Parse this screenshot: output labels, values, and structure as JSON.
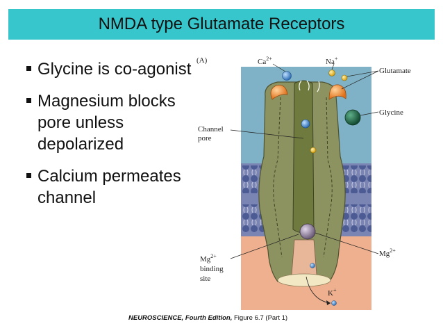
{
  "title": "NMDA type Glutamate Receptors",
  "bullets": [
    {
      "lines": [
        "Glycine is co-agonist"
      ]
    },
    {
      "lines": [
        "Magnesium blocks",
        "pore unless",
        "depolarized"
      ]
    },
    {
      "lines": [
        "Calcium permeates",
        "channel"
      ]
    }
  ],
  "figure": {
    "panel_label": "(A)",
    "labels": {
      "ca": "Ca",
      "ca_sup": "2+",
      "na": "Na",
      "na_sup": "+",
      "glutamate": "Glutamate",
      "glycine": "Glycine",
      "channel_pore_1": "Channel",
      "channel_pore_2": "pore",
      "mg_site_mg": "Mg",
      "mg_site_sup": "2+",
      "mg_site_2": "binding",
      "mg_site_3": "site",
      "mg_right": "Mg",
      "mg_right_sup": "2+",
      "k": "K",
      "k_sup": "+"
    },
    "caption_book": "NEUROSCIENCE, Fourth Edition,",
    "caption_fig": " Figure 6.7 (Part 1)"
  },
  "colors": {
    "title_bar": "#36c6cc",
    "receptor": "#8d9360",
    "pore": "#6e7a3e",
    "extracellular": "#7fb2c6",
    "intracellular": "#eeb08f",
    "membrane": "#5c6aa0",
    "glutamate": "#f0892a",
    "glycine": "#1f6b4a",
    "magnesium": "#8a7a95",
    "calcium": "#3f7dc0",
    "sodium": "#f3c02b"
  }
}
